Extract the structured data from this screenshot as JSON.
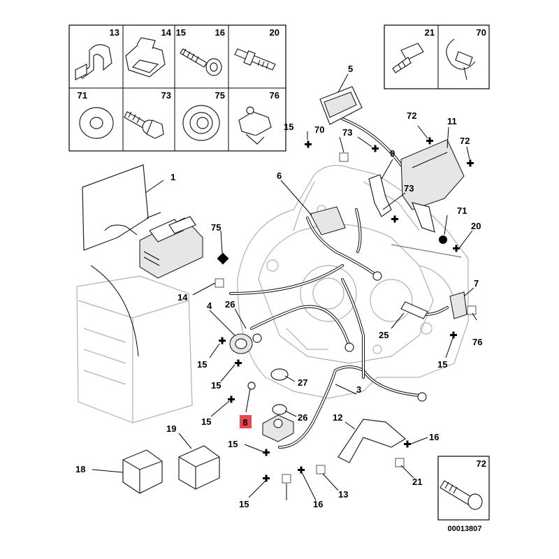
{
  "diagram": {
    "reference_code": "00013807",
    "highlight_color": "#e8474b",
    "legend_top_left": [
      "13",
      "14",
      "15",
      "16",
      "20",
      "71",
      "73",
      "75",
      "76"
    ],
    "legend_top_right": [
      "21",
      "70"
    ],
    "legend_bottom_right": [
      "72"
    ],
    "callouts": {
      "c1": "1",
      "c3": "3",
      "c4": "4",
      "c5": "5",
      "c6": "6",
      "c7": "7",
      "c8": "8",
      "c9": "9",
      "c11": "11",
      "c12": "12",
      "c13": "13",
      "c14": "14",
      "c15a": "15",
      "c15b": "15",
      "c15c": "15",
      "c15d": "15",
      "c15e": "15",
      "c15f": "15",
      "c15g": "15",
      "c16a": "16",
      "c16b": "16",
      "c18": "18",
      "c19": "19",
      "c20": "20",
      "c21": "21",
      "c25": "25",
      "c26a": "26",
      "c26b": "26",
      "c27": "27",
      "c70": "70",
      "c71": "71",
      "c72a": "72",
      "c72b": "72",
      "c73a": "73",
      "c73b": "73",
      "c75": "75",
      "c76": "76"
    }
  }
}
